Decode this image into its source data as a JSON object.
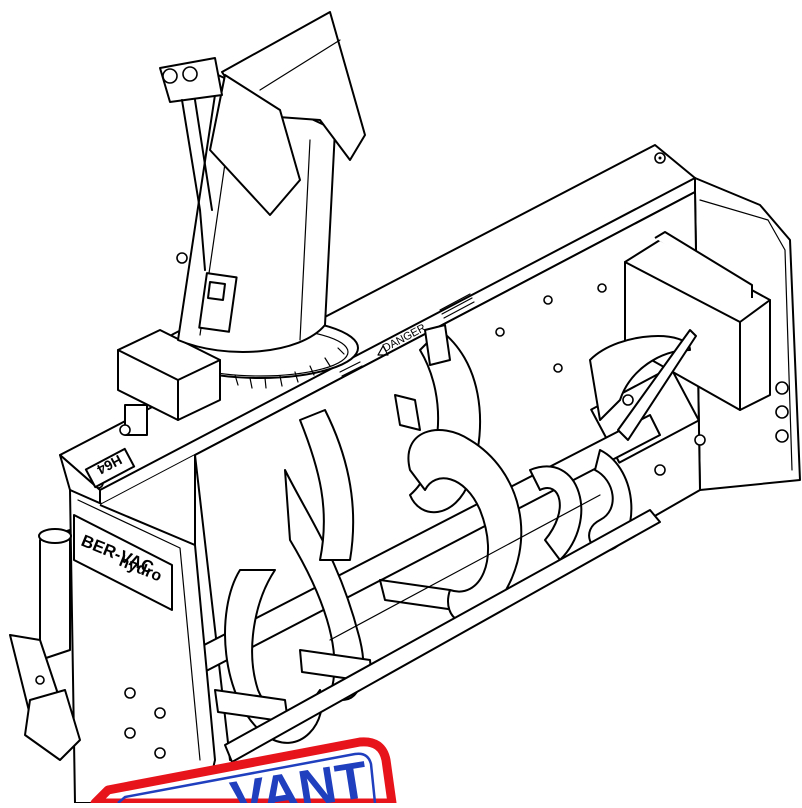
{
  "machine": {
    "brand_line1": "BER-VAC",
    "brand_line2": "hydro",
    "model_label": "H64",
    "warning_label": "DANGER"
  },
  "stamp": {
    "text": "VANT",
    "colors": {
      "border": "#e8141c",
      "text": "#1f3fbf",
      "fill": "#ffffff"
    }
  }
}
